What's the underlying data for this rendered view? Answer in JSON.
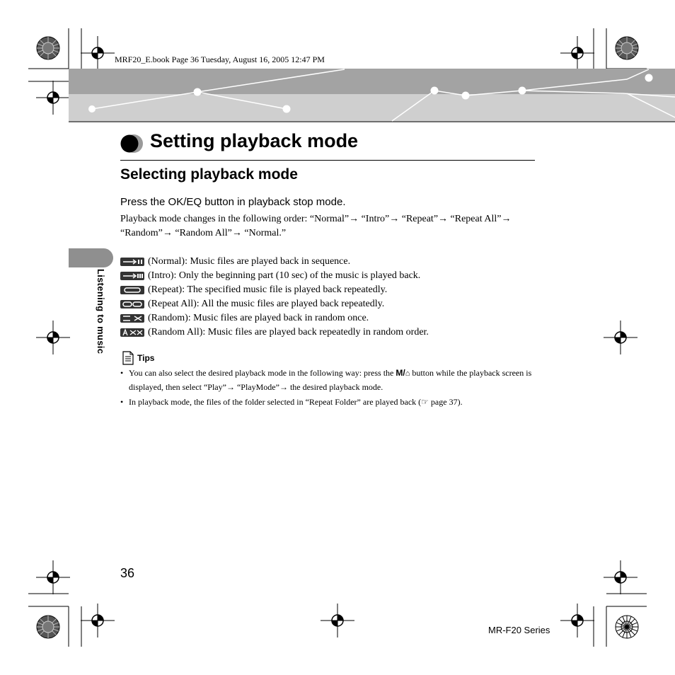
{
  "header": {
    "file_info": "MRF20_E.book  Page 36  Tuesday, August 16, 2005  12:47 PM"
  },
  "title": "Setting playback mode",
  "subtitle": "Selecting playback mode",
  "instruction": "Press the OK/EQ button in playback stop mode.",
  "order": {
    "prefix": "Playback mode changes in the following order: ",
    "items": [
      "“Normal”",
      "“Intro”",
      "“Repeat”",
      "“Repeat All”",
      "“Random”",
      "“Random All”",
      "“Normal.”"
    ]
  },
  "modes": [
    {
      "icon": "normal-mode-icon",
      "text": "(Normal): Music files are played back in sequence."
    },
    {
      "icon": "intro-mode-icon",
      "text": "(Intro): Only the beginning part (10 sec) of the music is played back."
    },
    {
      "icon": "repeat-mode-icon",
      "text": "(Repeat): The specified music file is played back repeatedly."
    },
    {
      "icon": "repeat-all-mode-icon",
      "text": "(Repeat All): All the music files are played back repeatedly."
    },
    {
      "icon": "random-mode-icon",
      "text": "(Random): Music files are played back in random once."
    },
    {
      "icon": "random-all-mode-icon",
      "text": "(Random All): Music files are played back repeatedly in random order."
    }
  ],
  "side_tab": "Listening to music",
  "tips": {
    "label": "Tips",
    "items": [
      {
        "before": "You can also select the desired playback mode in the following way: press the ",
        "button": "M/",
        "after": " button while the playback screen is displayed, then select “Play”",
        "after2": " “PlayMode”",
        "after3": " the desired playback mode."
      },
      {
        "text": "In playback mode, the files of the folder selected in “Repeat Folder” are played back (",
        "ref": " page 37)."
      }
    ]
  },
  "page_number": "36",
  "footer": "MR-F20 Series"
}
